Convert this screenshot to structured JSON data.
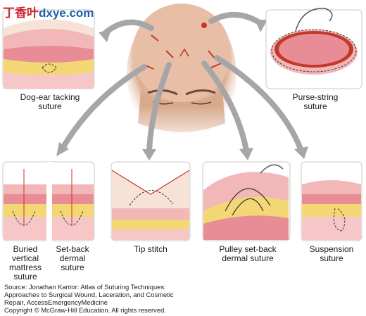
{
  "watermark": {
    "prefix": "丁香叶",
    "domain": "dxye.com"
  },
  "labels": {
    "dog_ear": "Dog-ear tacking\nsuture",
    "purse_string": "Purse-string\nsuture",
    "buried_vertical": "Buried\nvertical\nmattress\nsuture",
    "set_back": "Set-back\ndermal\nsuture",
    "tip_stitch": "Tip stitch",
    "pulley": "Pulley set-back\ndermal suture",
    "suspension": "Suspension\nsuture"
  },
  "source": {
    "line1": "Source: Jonathan Kantor: Atlas of Suturing Techniques:",
    "line2": "Approaches to Surgical Wound, Laceration, and Cosmetic",
    "line3": "Repair, AccessEmergencyMedicine",
    "line4": "Copyright © McGraw-Hill Education. All rights reserved."
  },
  "colors": {
    "skin": "#f2b8b8",
    "dermis": "#e88c95",
    "fat": "#f3d774",
    "muscle": "#f7c6c6",
    "suture": "#333333",
    "arrow": "#a6a6a6",
    "wound": "#c0392b"
  }
}
